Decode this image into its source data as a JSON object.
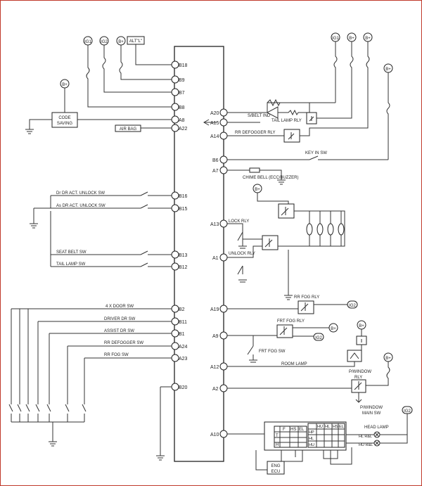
{
  "colors": {
    "border": "#c0392b",
    "wire": "#333333"
  },
  "power": {
    "ig1": "IG1",
    "ig2": "IG2",
    "bplus": "B+",
    "alt": "ALT\"L\""
  },
  "pins": {
    "b18": "B18",
    "b9": "B9",
    "b7": "B7",
    "b8": "B8",
    "a8": "A8",
    "a22": "A22",
    "b16": "B16",
    "b15": "B15",
    "b13": "B13",
    "b12": "B12",
    "b2": "B2",
    "b11": "B11",
    "b1": "B1",
    "a24": "A24",
    "a23": "A23",
    "b20": "B20",
    "a20": "A20",
    "a15": "A15",
    "a14": "A14",
    "b6": "B6",
    "a7": "A7",
    "a13": "A13",
    "a1": "A1",
    "a19": "A19",
    "a9": "A9",
    "a12": "A12",
    "a2": "A2",
    "a10": "A10"
  },
  "labels": {
    "code_saving_1": "CODE",
    "code_saving_2": "SAVING",
    "air_bag": "AIR BAG",
    "dr_unlock_sw": "Dr DR ACT. UNLOCK SW",
    "as_unlock_sw": "As DR ACT. UNLOCK SW",
    "seat_belt_sw": "SEAT BELT SW",
    "tail_lamp_sw": "TAIL LAMP SW",
    "four_door_sw": "4 X DOOR SW",
    "driver_dr_sw": "DRIVER DR SW",
    "assist_dr_sw": "ASSIST DR SW",
    "rr_defogger_sw": "RR DEFOGGER SW",
    "rr_fog_sw": "RR FOG SW",
    "sbelt_ind": "S/BELT IND",
    "tail_lamp_rly": "TAIL LAMP RLY",
    "rr_defogger_rly": "RR DEFOGGER RLY",
    "key_in_sw": "KEY IN SW",
    "chime_bell": "CHIME BELL (ECC/BUZZER)",
    "lock_rly": "LOCK RLY",
    "unlock_rly": "UNLOCK RLY",
    "rr_fog_rly": "RR FOG RLY",
    "frt_fog_rly": "FRT FOG RLY",
    "frt_fog_sw": "FRT FOG SW",
    "room_lamp": "ROOM LAMP",
    "pwindow_rly_1": "P/WINDOW",
    "pwindow_rly_2": "RLY",
    "pwindow_main_sw_1": "P/WINDOW",
    "pwindow_main_sw_2": "MAIN SW",
    "head_lamp": "HEAD LAMP",
    "hl_rl": "HL R&L",
    "hu_rl": "HU R&L",
    "eng_ecu_1": "ENG",
    "eng_ecu_2": "ECU"
  },
  "combo_switch": {
    "left_headers": [
      "F",
      "HS",
      "EL"
    ],
    "left_rows": [
      "T",
      "H"
    ],
    "right_headers": [
      "HU",
      "HL",
      "HS",
      "EL"
    ],
    "right_rows": [
      "HP",
      "HL",
      "HU"
    ]
  }
}
